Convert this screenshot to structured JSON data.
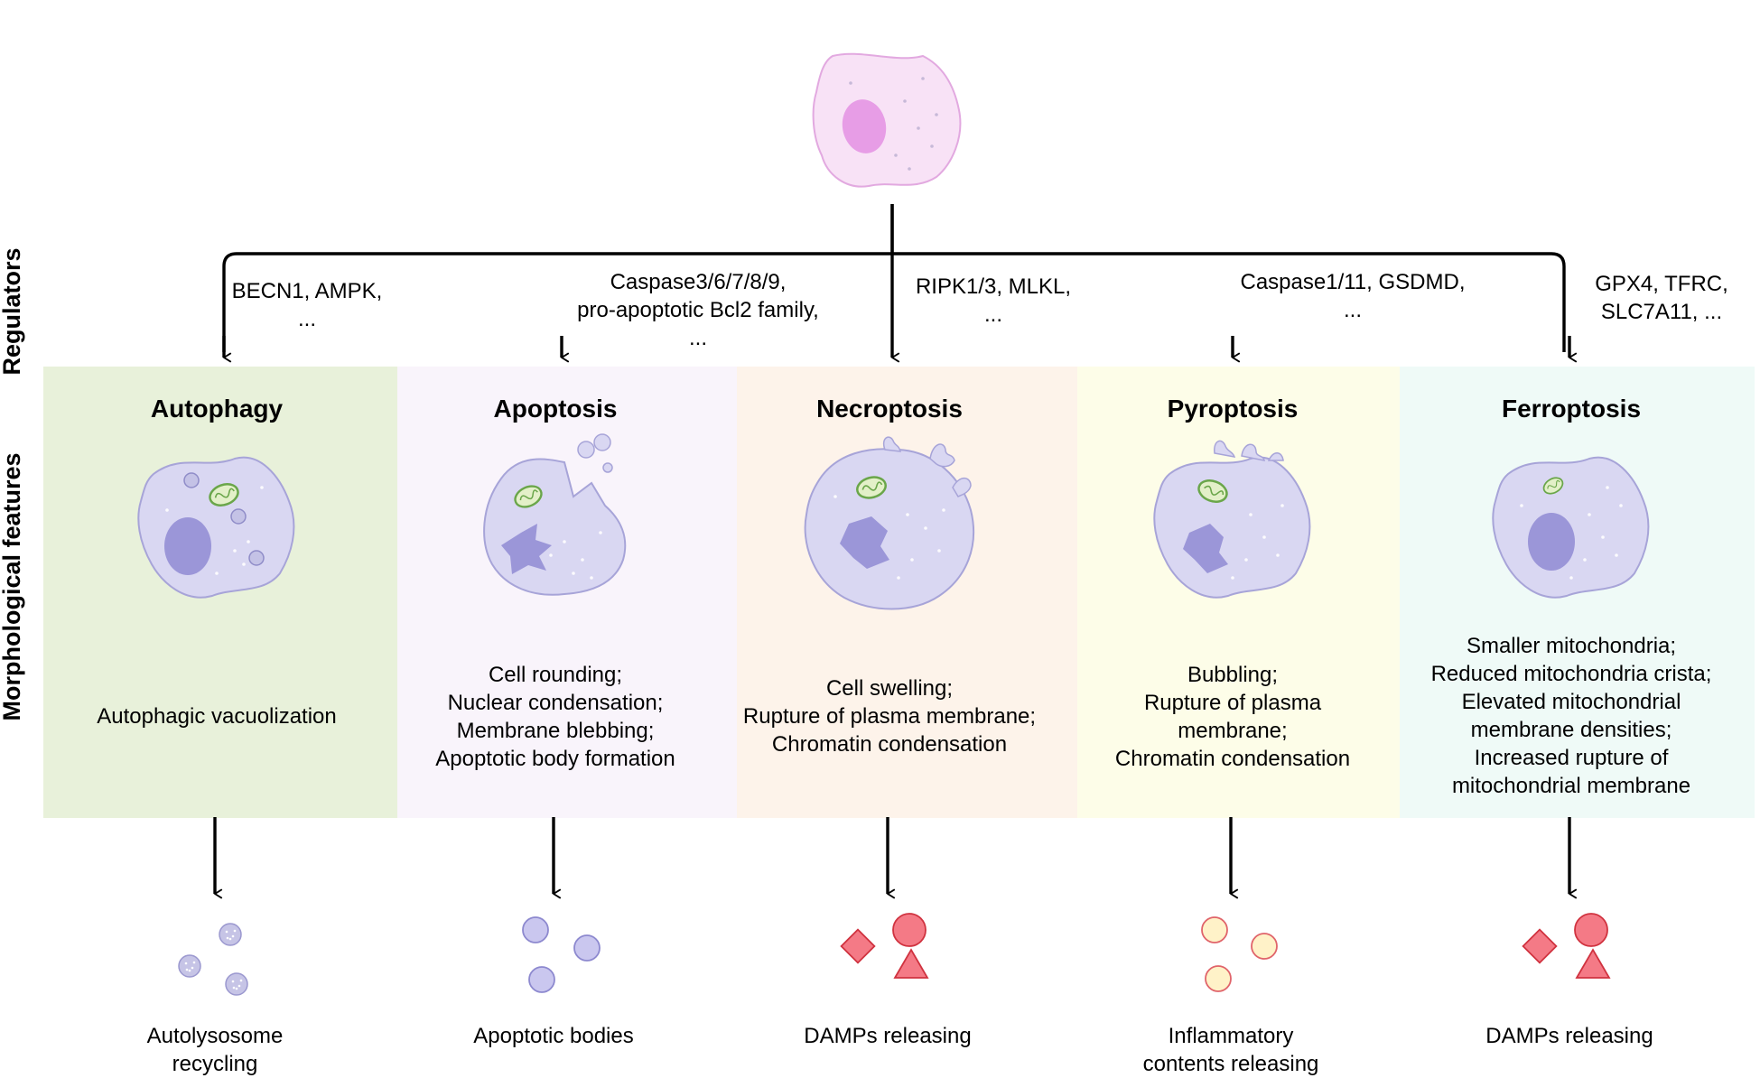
{
  "side_labels": {
    "regulators": "Regulators",
    "morphological": "Morphological features"
  },
  "colors": {
    "autophagy_bg": "#e8f1da",
    "apoptosis_bg": "#f9f4fb",
    "necroptosis_bg": "#fdf3ea",
    "pyroptosis_bg": "#fdfde8",
    "ferroptosis_bg": "#effaf7",
    "cell_fill": "#d9d7f2",
    "cell_stroke": "#a7a4d8",
    "nucleus": "#9b96d8",
    "source_cell_fill": "#f8e2f6",
    "source_cell_stroke": "#e2a9e0",
    "source_nucleus": "#e79de6",
    "damp_fill": "#f47a86",
    "damp_stroke": "#d0323f",
    "inflam_fill": "#fff2c8",
    "inflam_stroke": "#e0646a"
  },
  "panels": [
    {
      "key": "autophagy",
      "title": "Autophagy",
      "regulators": [
        "BECN1, AMPK,",
        "..."
      ],
      "features": [
        "Autophagic vacuolization"
      ],
      "outcome": [
        "Autolysosome",
        "recycling"
      ],
      "cell_icon": "autophagic-cell-icon",
      "outcome_icon": "autolysosome-icon"
    },
    {
      "key": "apoptosis",
      "title": "Apoptosis",
      "regulators": [
        "Caspase3/6/7/8/9,",
        "pro-apoptotic Bcl2 family,",
        "..."
      ],
      "features": [
        "Cell rounding;",
        "Nuclear condensation;",
        "Membrane blebbing;",
        "Apoptotic body formation"
      ],
      "outcome": [
        "Apoptotic bodies"
      ],
      "cell_icon": "apoptotic-cell-icon",
      "outcome_icon": "apoptotic-body-icon"
    },
    {
      "key": "necroptosis",
      "title": "Necroptosis",
      "regulators": [
        "RIPK1/3, MLKL,",
        "..."
      ],
      "features": [
        "Cell swelling;",
        "Rupture of plasma membrane;",
        "Chromatin condensation"
      ],
      "outcome": [
        "DAMPs releasing"
      ],
      "cell_icon": "necroptotic-cell-icon",
      "outcome_icon": "damp-icon"
    },
    {
      "key": "pyroptosis",
      "title": "Pyroptosis",
      "regulators": [
        "Caspase1/11, GSDMD,",
        "..."
      ],
      "features": [
        "Bubbling;",
        "Rupture of plasma",
        "membrane;",
        "Chromatin condensation"
      ],
      "outcome": [
        "Inflammatory",
        "contents releasing"
      ],
      "cell_icon": "pyroptotic-cell-icon",
      "outcome_icon": "inflammatory-content-icon"
    },
    {
      "key": "ferroptosis",
      "title": "Ferroptosis",
      "regulators": [
        "GPX4, TFRC,",
        "SLC7A11, ..."
      ],
      "features": [
        "Smaller mitochondria;",
        "Reduced mitochondria crista;",
        "Elevated mitochondrial",
        "membrane densities;",
        "Increased rupture of",
        "mitochondrial membrane"
      ],
      "outcome": [
        "DAMPs releasing"
      ],
      "cell_icon": "ferroptotic-cell-icon",
      "outcome_icon": "damp-icon"
    }
  ]
}
